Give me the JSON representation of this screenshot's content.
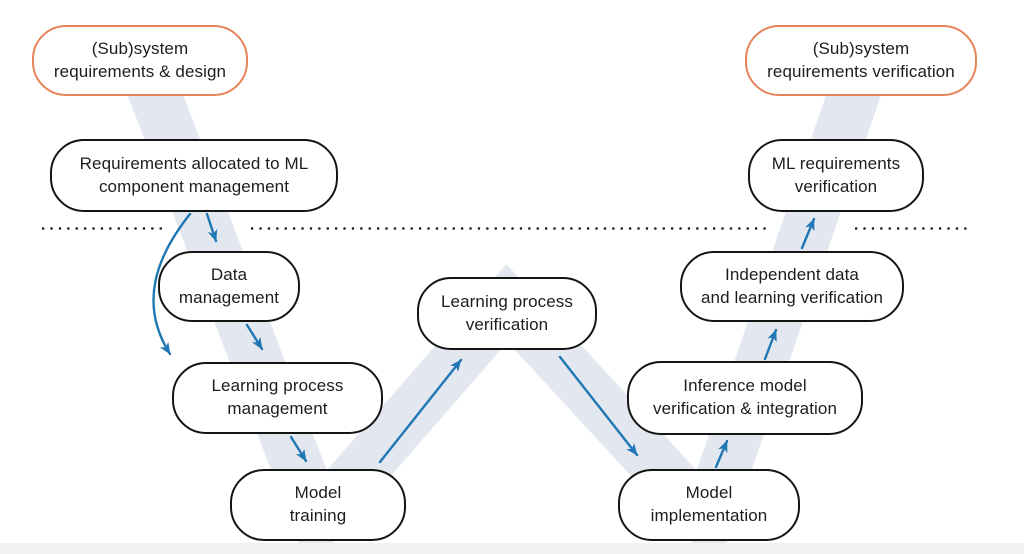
{
  "diagram": {
    "type": "w-model-process-diagram",
    "colors": {
      "arrow_blue": "#1f77b4",
      "accent_orange": "#e8845a",
      "band_gray_blue": "#e3e7ef",
      "node_border_black": "#141414",
      "dotted_line_black": "#161616",
      "text": "#1d1d1f",
      "background": "#ffffff",
      "bottom_strip": "#f1f1f2"
    },
    "nodes": {
      "subsystem_req_design": {
        "label": "(Sub)system\nrequirements & design",
        "style": "orange"
      },
      "req_allocated_ml": {
        "label": "Requirements allocated to ML\ncomponent management",
        "style": "black"
      },
      "data_management": {
        "label": "Data\nmanagement",
        "style": "black"
      },
      "learning_process_mgmt": {
        "label": "Learning process\nmanagement",
        "style": "black"
      },
      "model_training": {
        "label": "Model\ntraining",
        "style": "black"
      },
      "learning_process_verif": {
        "label": "Learning process\nverification",
        "style": "black"
      },
      "model_implementation": {
        "label": "Model\nimplementation",
        "style": "black"
      },
      "inference_model_verif": {
        "label": "Inference model\nverification & integration",
        "style": "black"
      },
      "independent_data_verif": {
        "label": "Independent data\nand learning verification",
        "style": "black"
      },
      "ml_requirements_verif": {
        "label": "ML requirements\nverification",
        "style": "black"
      },
      "subsystem_req_verif": {
        "label": "(Sub)system\nrequirements verification",
        "style": "orange"
      }
    },
    "edges": [
      {
        "from": "req_allocated_ml",
        "to": "data_management",
        "shape": "straight"
      },
      {
        "from": "req_allocated_ml",
        "to": "learning_process_mgmt",
        "shape": "curved-left"
      },
      {
        "from": "data_management",
        "to": "learning_process_mgmt",
        "shape": "straight"
      },
      {
        "from": "learning_process_mgmt",
        "to": "model_training",
        "shape": "straight"
      },
      {
        "from": "model_training",
        "to": "learning_process_verif",
        "shape": "straight"
      },
      {
        "from": "learning_process_verif",
        "to": "model_implementation",
        "shape": "straight"
      },
      {
        "from": "model_implementation",
        "to": "inference_model_verif",
        "shape": "straight"
      },
      {
        "from": "inference_model_verif",
        "to": "independent_data_verif",
        "shape": "straight"
      },
      {
        "from": "independent_data_verif",
        "to": "ml_requirements_verif",
        "shape": "straight"
      }
    ]
  }
}
